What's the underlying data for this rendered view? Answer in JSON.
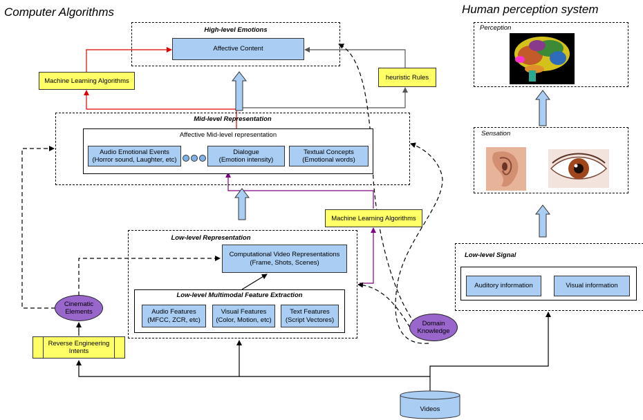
{
  "headings": {
    "left": "Computer Algorithms",
    "right": "Human perception system"
  },
  "high_level": {
    "title": "High-level Emotions",
    "affective_content": "Affective Content"
  },
  "ml_top": "Machine Learning Algorithms",
  "heuristic": "heuristic Rules",
  "mid_level": {
    "title": "Mid-level Representation",
    "inner_title": "Affective Mid-level representation",
    "audio_events": [
      "Audio Emotional Events",
      "(Horror sound, Laughter, etc)"
    ],
    "dialogue": [
      "Dialogue",
      "(Emotion intensity)"
    ],
    "textual": [
      "Textual Concepts",
      "(Emotional words)"
    ]
  },
  "ml_mid": "Machine Learning Algorithms",
  "low_level": {
    "title": "Low-level Representation",
    "computational": [
      "Computational Video Representations",
      "(Frame, Shots, Scenes)"
    ],
    "extraction_title": "Low-level Multimodal Feature Extraction",
    "audio_features": [
      "Audio Features",
      "(MFCC, ZCR, etc)"
    ],
    "visual_features": [
      "Visual Features",
      "(Color, Motion, etc)"
    ],
    "text_features": [
      "Text Features",
      "(Script Vectores)"
    ]
  },
  "cinematic": [
    "Cinematic",
    "Elements"
  ],
  "reverse": [
    "Reverse Engineering",
    "Intents"
  ],
  "domain_knowledge": [
    "Domain",
    "Knowledge"
  ],
  "videos": "Videos",
  "perception": {
    "title": "Perception",
    "image": "brain"
  },
  "sensation": {
    "title": "Sensation",
    "images": [
      "ear",
      "eye"
    ]
  },
  "low_signal": {
    "title": "Low-level Signal",
    "auditory": "Auditory information",
    "visual": "Visual information"
  },
  "colors": {
    "box_blue": "#a9cdf3",
    "box_yellow": "#ffff66",
    "ellipse_purple": "#9966cc",
    "arrow_red": "#e00000",
    "arrow_purple": "#800080"
  }
}
